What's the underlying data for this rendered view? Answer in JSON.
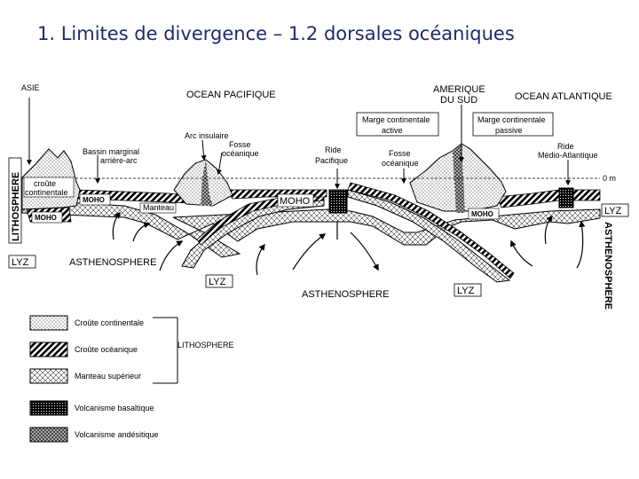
{
  "title": "1. Limites de divergence – 1.2 dorsales océaniques",
  "labels": {
    "asie": "ASIE",
    "ocean_pacifique": "OCEAN PACIFIQUE",
    "amerique_line1": "AMERIQUE",
    "amerique_line2": "DU SUD",
    "ocean_atlantique": "OCEAN ATLANTIQUE",
    "marge_active_line1": "Marge continentale",
    "marge_active_line2": "active",
    "marge_passive_line1": "Marge continentale",
    "marge_passive_line2": "passive",
    "arc_insulaire": "Arc insulaire",
    "fosse_line1": "Fosse",
    "fosse_line2": "océanique",
    "bassin_line1": "Bassin marginal",
    "bassin_line2": "arrière-arc",
    "ride_pacifique_line1": "Ride",
    "ride_pacifique_line2": "Pacifique",
    "fosse2_line1": "Fosse",
    "fosse2_line2": "océanique",
    "ride_atl_line1": "Ride",
    "ride_atl_line2": "Médio-Atlantique",
    "zero_m": "0 m",
    "lithosphere_vertical": "LITHOSPHERE",
    "croute_line1": "croûte",
    "croute_line2": "continentale",
    "moho": "MOHO",
    "manteau": "Manteau",
    "lyz": "LYZ",
    "asthenosphere": "ASTHENOSPHERE",
    "asthenosphere_vertical": "ASTHENOSPHERE"
  },
  "legend": {
    "items": [
      {
        "label": "Croûte continentale"
      },
      {
        "label": "Croûte océanique"
      },
      {
        "label": "Manteau supérieur"
      },
      {
        "label": "Volcanisme basaltique"
      },
      {
        "label": "Volcanisme andésitique"
      }
    ],
    "lithosphere": "LITHOSPHERE"
  }
}
